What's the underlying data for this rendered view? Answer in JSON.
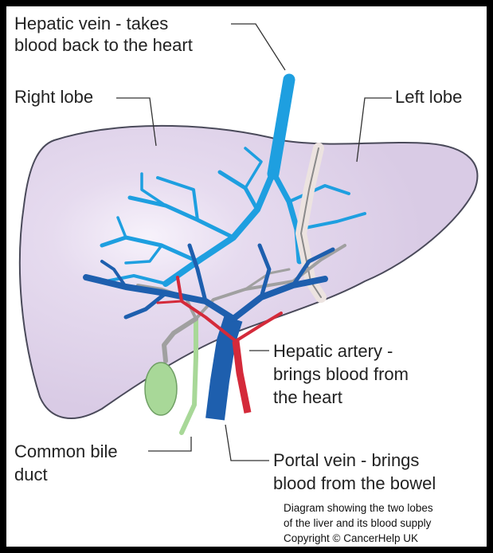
{
  "labels": {
    "hepatic_vein": [
      "Hepatic vein - takes",
      "blood back to the heart"
    ],
    "right_lobe": "Right lobe",
    "left_lobe": "Left lobe",
    "hepatic_artery": [
      "Hepatic artery -",
      "brings blood from",
      "the heart"
    ],
    "common_bile_duct": [
      "Common bile",
      "duct"
    ],
    "portal_vein": [
      "Portal vein - brings",
      "blood from the bowel"
    ]
  },
  "caption": [
    "Diagram showing the two lobes",
    "of the liver and its blood supply",
    "Copyright © CancerHelp UK"
  ],
  "colors": {
    "frame": "#000000",
    "liver_fill": "#dccfe8",
    "liver_outline": "#4a4a5a",
    "hepatic_vein": "#1e9fe0",
    "portal_vein": "#1e5fae",
    "hepatic_artery": "#d42a3a",
    "bile_duct": "#a0a0a0",
    "gallbladder": "#a8d898",
    "leader_line": "#333333"
  }
}
